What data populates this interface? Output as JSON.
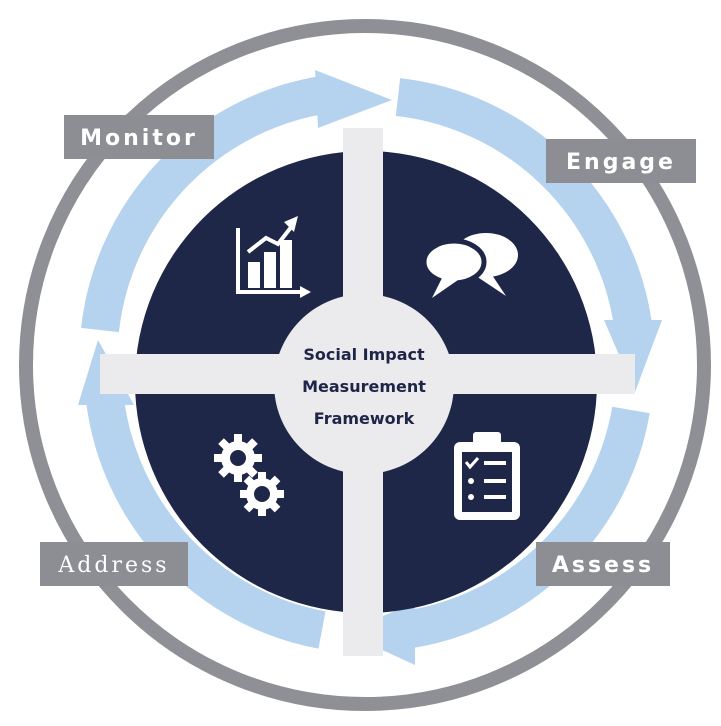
{
  "colors": {
    "navy": "#1e2748",
    "outer_ring": "#8f9095",
    "cycle_arrow": "#b5d3ee",
    "cross_band": "#ebebed",
    "label_box": "#8d8e93",
    "icon": "#ffffff"
  },
  "stages": {
    "monitor": "Monitor",
    "engage": "Engage",
    "assess": "Assess",
    "address": "Address"
  },
  "center": {
    "line1": "Social Impact",
    "line2": "Measurement",
    "line3": "Framework"
  },
  "icons": {
    "monitor_quadrant": "bar-chart-growth-icon",
    "engage_quadrant": "speech-bubbles-icon",
    "assess_quadrant": "clipboard-checklist-icon",
    "address_quadrant": "gears-icon"
  }
}
